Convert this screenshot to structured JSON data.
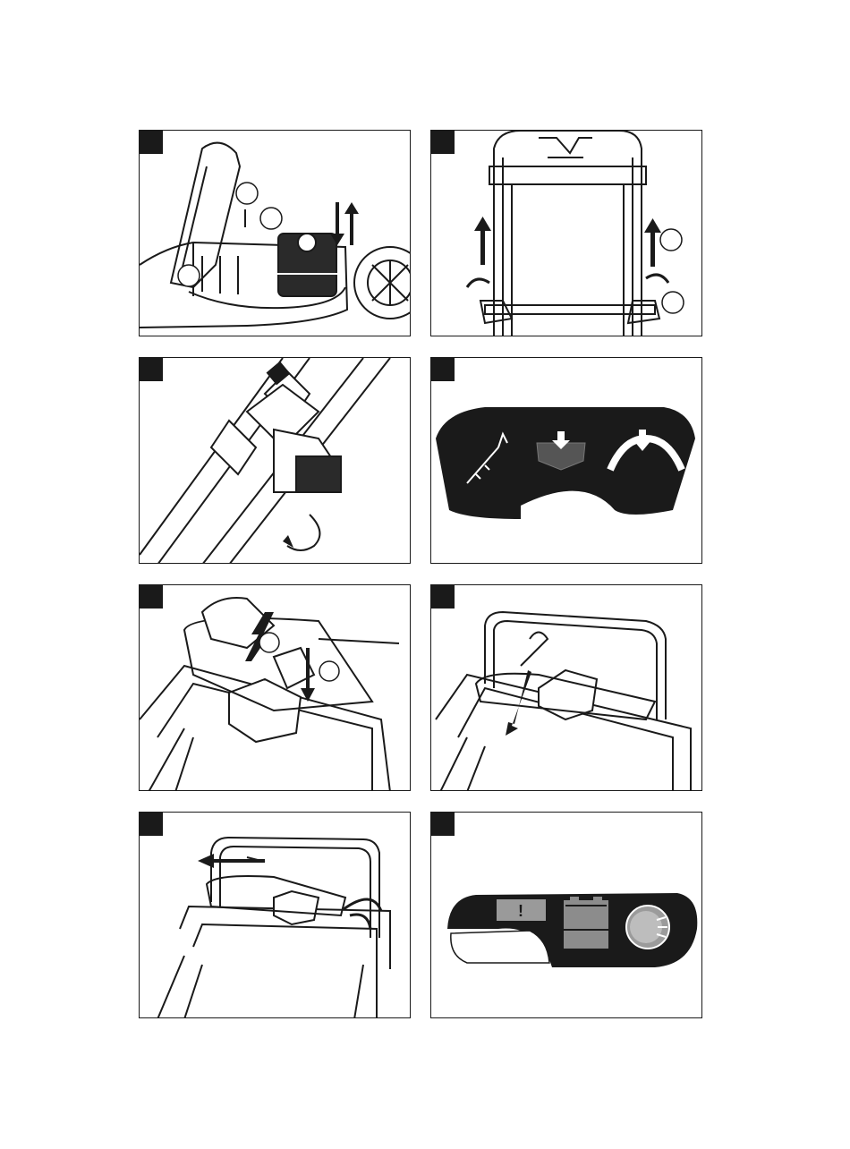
{
  "page": {
    "panel_count": 8
  },
  "panels": [
    {
      "subject": "battery-compartment-open",
      "callouts": 3,
      "arrows": "up-down"
    },
    {
      "subject": "handle-raise",
      "callouts": 2,
      "arrows": "up"
    },
    {
      "subject": "handle-clamp-lock",
      "callouts": 0,
      "arrows": "rotate"
    },
    {
      "subject": "start-instructions-label",
      "callouts": 0,
      "arrows": "down"
    },
    {
      "subject": "hand-start-sequence",
      "callouts": 2,
      "arrows": "up-down"
    },
    {
      "subject": "bail-lever-pull",
      "callouts": 0,
      "arrows": "down"
    },
    {
      "subject": "bail-lever-release",
      "callouts": 0,
      "arrows": "rotate"
    },
    {
      "subject": "indicator-panel",
      "callouts": 0,
      "arrows": "none"
    }
  ],
  "indicator_panel": {
    "warning_symbol": "!",
    "colors": {
      "panel": "#1a1a1a",
      "warning": "#9a9a9a",
      "battery": "#8c8c8c",
      "light": "#9b9b9b"
    }
  }
}
